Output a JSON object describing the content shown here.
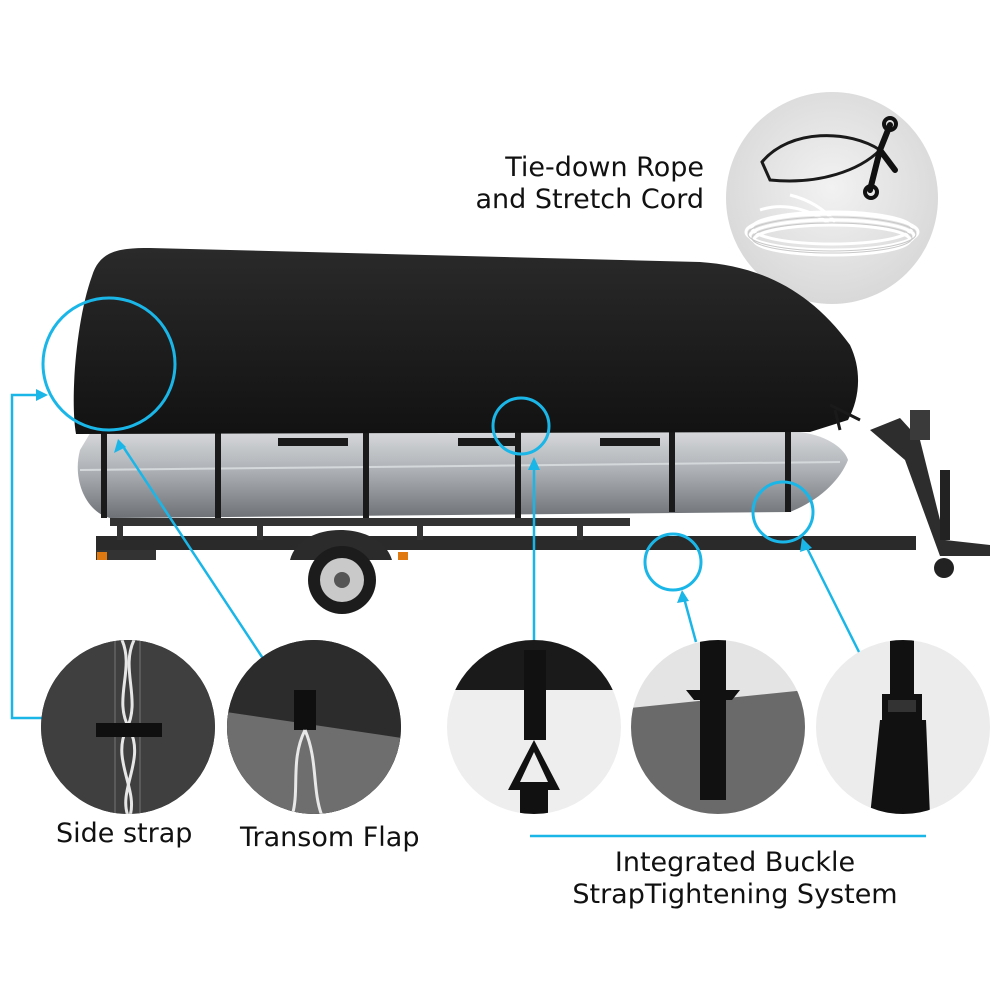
{
  "labels": {
    "tie_down": "Tie-down Rope\nand Stretch Cord",
    "side_strap": "Side strap",
    "transom_flap": "Transom Flap",
    "integrated_buckle": "Integrated Buckle\nStrapTightening System"
  },
  "colors": {
    "accent": "#1ab6e8",
    "cover": "#1b1b1b",
    "pontoon": "#b9bcbf",
    "trailer": "#2a2a2a",
    "background": "#ffffff"
  },
  "icons": {
    "rope": "tie-down-rope-icon",
    "cord": "stretch-cord-icon"
  }
}
